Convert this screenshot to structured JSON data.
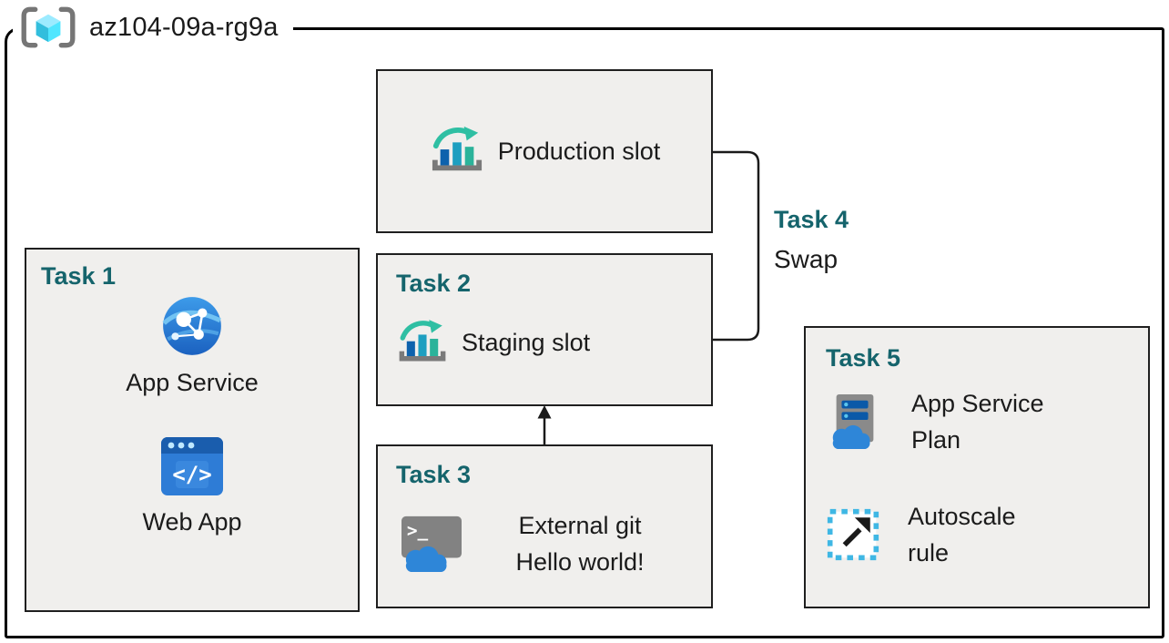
{
  "title": "az104-09a-rg9a",
  "colors": {
    "task_title": "#15646c",
    "box_bg": "#f0efed",
    "box_border": "#1f1f1f",
    "frame_border": "#000000",
    "connector": "#1a1a1a",
    "accent_blue": "#2E7CD6",
    "accent_teal": "#2FBFA3"
  },
  "production": {
    "label": "Production slot",
    "icon": "deployment-slots-icon"
  },
  "task1": {
    "title": "Task 1",
    "items": [
      {
        "label": "App Service",
        "icon": "app-service-icon"
      },
      {
        "label": "Web App",
        "icon": "web-app-icon"
      }
    ]
  },
  "task2": {
    "title": "Task 2",
    "label": "Staging slot",
    "icon": "deployment-slots-icon"
  },
  "task3": {
    "title": "Task 3",
    "lines": [
      "External git",
      "Hello world!"
    ],
    "icon": "cloud-shell-icon"
  },
  "task4": {
    "title": "Task 4",
    "label": "Swap"
  },
  "task5": {
    "title": "Task 5",
    "items": [
      {
        "label": "App Service Plan",
        "icon": "app-service-plan-icon"
      },
      {
        "label": "Autoscale rule",
        "icon": "autoscale-rule-icon"
      }
    ]
  }
}
